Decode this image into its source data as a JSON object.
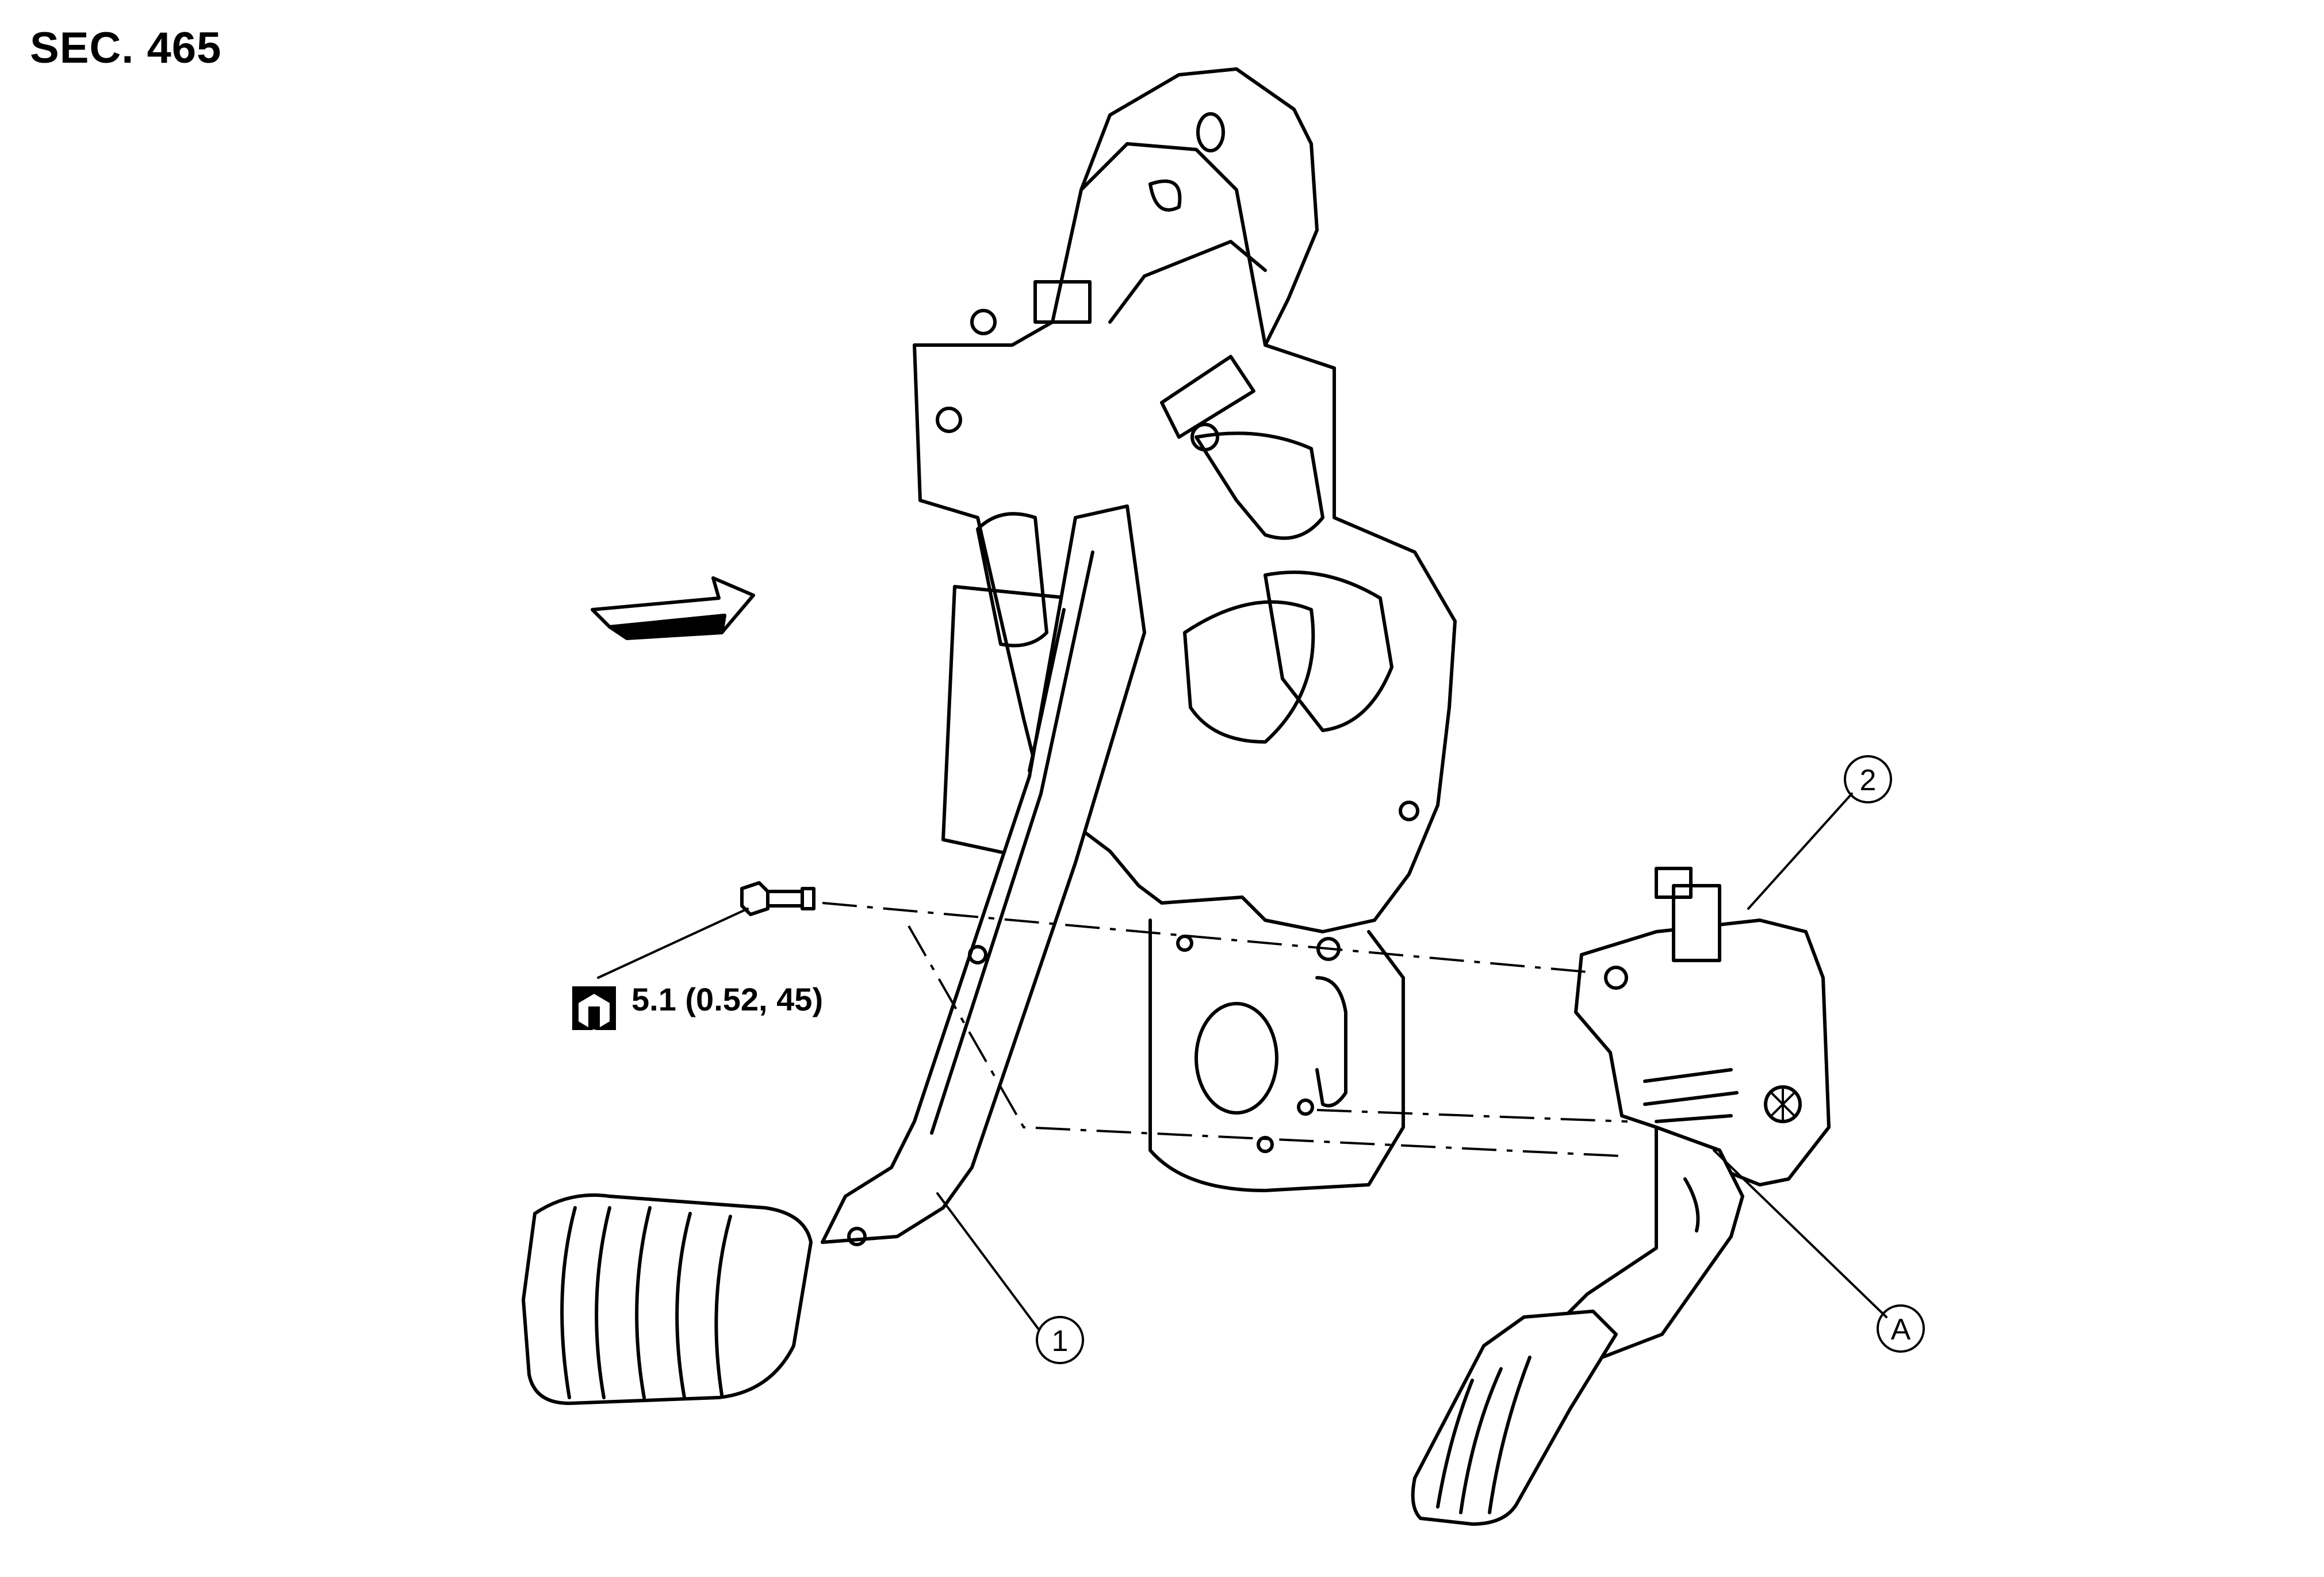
{
  "section": "SEC. 465",
  "torque": {
    "value": "5.1 (0.52, 45)"
  },
  "callouts": {
    "c1": "1",
    "c2": "2",
    "cA": "A"
  }
}
